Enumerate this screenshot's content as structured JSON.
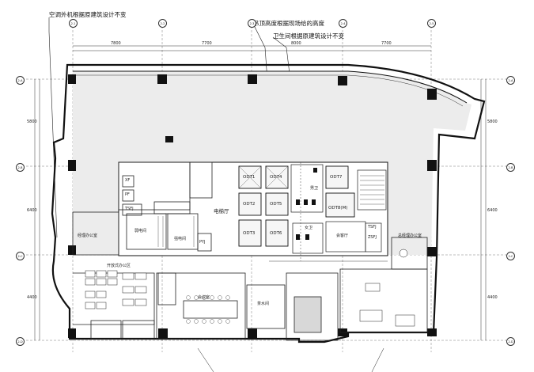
{
  "notes": {
    "ac_note": "空调外机根据原建筑设计不变",
    "ceiling_note": "吊顶高度根据现场给的高度",
    "toilet_note": "卫生间根据原建筑设计不变"
  },
  "rooms": {
    "odt1": "ODT1",
    "odt2": "ODT2",
    "odt3": "ODT3",
    "odt4": "ODT4",
    "odt5": "ODT5",
    "odt6": "ODT6",
    "odt7": "ODT7",
    "odt8": "ODT8(M)",
    "elevator_hall": "电梯厅",
    "weak_room": "弱电间",
    "strong_room": "强电间",
    "tsfj_left": "TSFJ",
    "pf": "PF",
    "xf": "XF",
    "pyj": "PYJ",
    "tsfj_right": "TSFJ",
    "zsfj": "ZSFJ",
    "female_wc": "女卫",
    "male_wc": "男卫",
    "reception": "会客厅",
    "open_office": "开放式办公区",
    "manager_office_left": "经理办公室",
    "manager_office_right": "总经理办公室",
    "meeting_room": "会议室",
    "tea_room": "茶水间"
  },
  "axes": {
    "top": [
      "2-1",
      "2-2",
      "2-3",
      "2-4",
      "2-5"
    ],
    "left": [
      "2-A",
      "2-B",
      "2-C",
      "2-D"
    ],
    "right": [
      "2-A",
      "2-B",
      "2-C",
      "2-D"
    ]
  },
  "dims": {
    "top": [
      "7800",
      "7700",
      "8000",
      "7700"
    ],
    "left": [
      "5800",
      "6400",
      "4400"
    ],
    "right": [
      "5800",
      "6400",
      "4400"
    ]
  }
}
